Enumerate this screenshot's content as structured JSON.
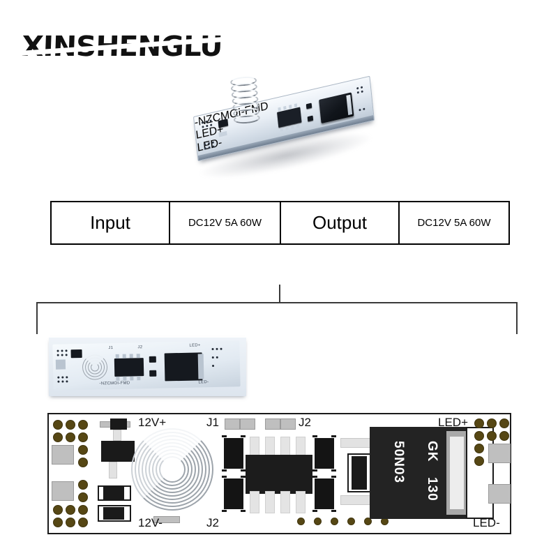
{
  "brand": {
    "logo_text": "XINSHENGLU"
  },
  "hero": {
    "alt_name": "led-strip-touch-dimmer-switch-photo-3d",
    "silkscreen": "-NZCMOI-FMD",
    "silk_led_plus": "LED+",
    "silk_led_minus": "LED-"
  },
  "spec_table": {
    "columns": [
      "Input",
      "DC12V 5A 60W",
      "Output",
      "DC12V 5A 60W"
    ],
    "rows": [
      {
        "label": "Input",
        "value": "DC12V 5A 60W"
      },
      {
        "label": "Output",
        "value": "DC12V 5A 60W"
      }
    ],
    "input_label": "Input",
    "input_value": "DC12V 5A 60W",
    "output_label": "Output",
    "output_value": "DC12V 5A 60W"
  },
  "flat_photo": {
    "alt_name": "pcb-top-view-photo",
    "silkscreen": "-NZCMOI-FMD",
    "label_j1": "J1",
    "label_j2": "J2",
    "label_led_plus": "LED+",
    "label_led_minus": "LED-"
  },
  "diagram": {
    "alt_name": "pcb-component-layout-drawing",
    "labels": {
      "power_plus": "12V+",
      "power_minus": "12V-",
      "jumper_j1": "J1",
      "jumper_j2_top": "J2",
      "jumper_j2_bottom": "J2",
      "led_plus": "LED+",
      "led_minus": "LED-"
    },
    "mosfet": {
      "marking_top": "GK",
      "marking_code": "130",
      "part_number": "50N03"
    }
  },
  "colors": {
    "background": "#ffffff",
    "outline": "#1a1a1a",
    "gold_pad": "#564714",
    "gray_pad": "#bfbfbf",
    "component_black": "#1a1a1a",
    "bracket": "#3a3a3a"
  }
}
